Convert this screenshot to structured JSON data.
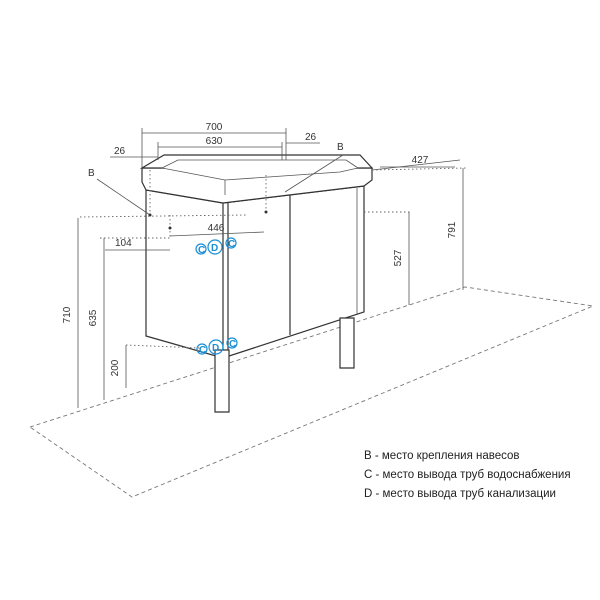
{
  "dimensions": {
    "width_700": "700",
    "width_630": "630",
    "offset_26_left": "26",
    "offset_26_right": "26",
    "depth_427": "427",
    "height_791": "791",
    "height_527": "527",
    "width_446": "446",
    "offset_104": "104",
    "height_710": "710",
    "height_635": "635",
    "height_200": "200"
  },
  "markers": {
    "b_left": "B",
    "b_right": "B",
    "c": "C",
    "d": "D"
  },
  "legend": {
    "b": "B - место крепления навесов",
    "c": "C - место вывода труб водоснабжения",
    "d": "D - место вывода труб канализации"
  },
  "colors": {
    "accent": "#1a8fd6",
    "line": "#333333"
  }
}
